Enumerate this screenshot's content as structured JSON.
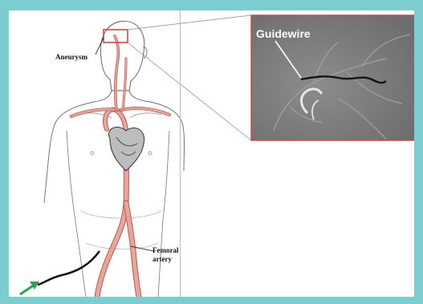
{
  "labels": {
    "aneurysm": "Aneurysm",
    "femoral_line1": "Femoral",
    "femoral_line2": "artery",
    "guidewire": "Guidewire"
  },
  "colors": {
    "frame": "#7ccdd0",
    "artery": "#e8a59b",
    "artery_outline": "#b85a52",
    "highlight_box": "#d64545",
    "inset_border": "#d64545",
    "arrow": "#22a84a",
    "catheter": "#111111"
  },
  "icons": {
    "entry_arrow": "green-arrow-icon"
  }
}
